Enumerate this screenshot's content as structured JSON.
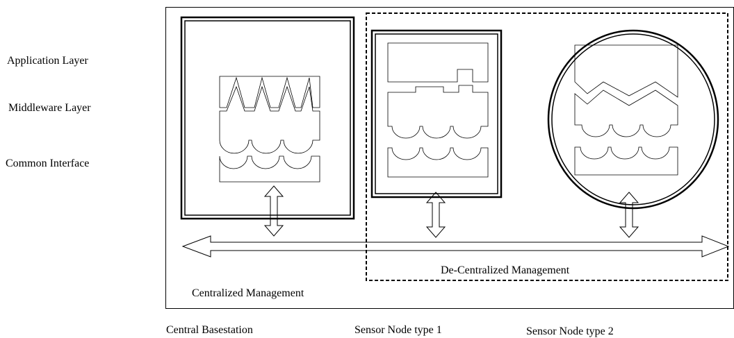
{
  "layer_labels": {
    "application": "Application Layer",
    "middleware": "Middleware Layer",
    "common_interface": "Common Interface"
  },
  "regions": {
    "centralized": "Centralized Management",
    "decentralized": "De-Centralized Management"
  },
  "nodes": {
    "central": "Central Basestation",
    "sensor1": "Sensor Node type 1",
    "sensor2": "Sensor Node type 2"
  }
}
